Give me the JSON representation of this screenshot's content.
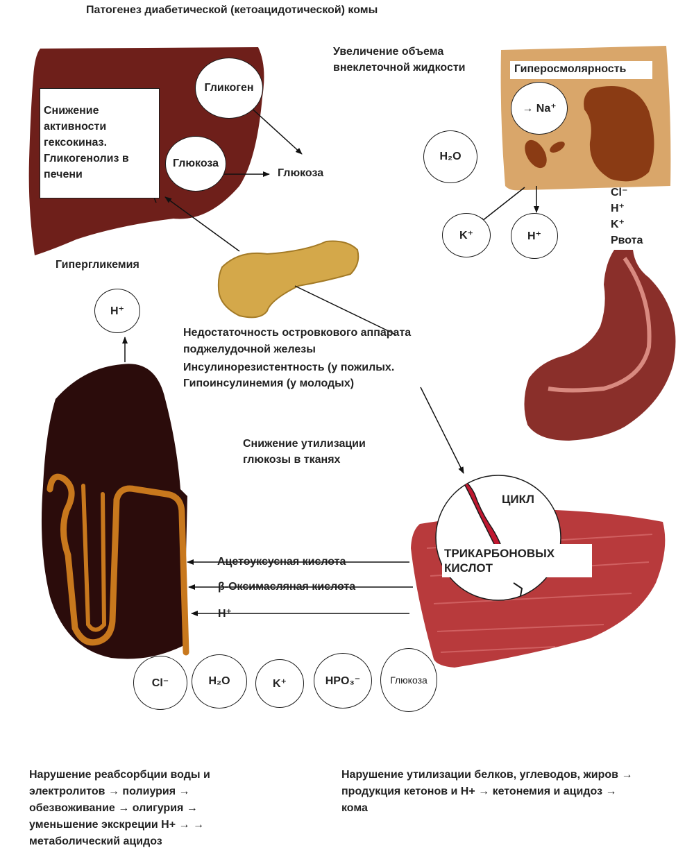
{
  "title": "Патогенез диабетической (кетоацидотической) комы",
  "liver": {
    "box_text": "Снижение активности гексокиназ. Гликогенолиз в печени",
    "glycogen": "Гликоген",
    "glucose_inner": "Глюкоза",
    "glucose_out": "Глюкоза",
    "hyperglycemia": "Гипергликемия"
  },
  "cell": {
    "volume_increase": "Увеличение объема внеклеточной жидкости",
    "hyperosmolarity": "Гиперосмолярность",
    "na_label": "→ Na⁺",
    "h2o": "H₂O",
    "k": "K⁺",
    "h": "H⁺"
  },
  "stomach": {
    "ion_list": [
      "Cl⁻",
      "H⁺",
      "K⁺"
    ],
    "vomiting": "Рвота"
  },
  "pancreas": {
    "insufficiency": "Недостаточность островкового аппарата поджелудочной железы",
    "insulin_resistance": "Инсулинорезистентность (у пожилых.",
    "hypoinsulinemia": "Гипоинсулинемия (у молодых)"
  },
  "kidney": {
    "h_top": "H⁺",
    "acetoacetic": "Ацетоуксусная кислота",
    "beta_hydroxybutyric": "β-Оксимасляная кислота",
    "h": "H⁺"
  },
  "tissue": {
    "utilization": "Снижение утилизации глюкозы в тканях",
    "cycle": "ЦИКЛ",
    "tca_line1": "ТРИКАРБОНОВЫХ",
    "tca_line2": "КИСЛОТ"
  },
  "bottom_ions": [
    "Cl⁻",
    "H₂O",
    "K⁺",
    "HPO₃⁻",
    "Глюкоза"
  ],
  "summary_left": "Нарушение реабсорбции воды и электролитов → полиурия → обезвоживание → олигурия → уменьшение экскреции H+ → → метаболический ацидоз",
  "summary_right": "Нарушение утилизации белков, углеводов, жиров → продукция кетонов и H+ → кетонемия и ацидоз → кома",
  "colors": {
    "liver": "#6e1f1a",
    "kidney": "#2b0c0b",
    "tubule": "#c8781d",
    "cell": "#d9a66a",
    "cell_nucleus": "#8a3b14",
    "muscle": "#b83a3c",
    "stomach": "#8a2f2a",
    "pancreas": "#d4a84a",
    "mitochondria": "#c01830"
  }
}
